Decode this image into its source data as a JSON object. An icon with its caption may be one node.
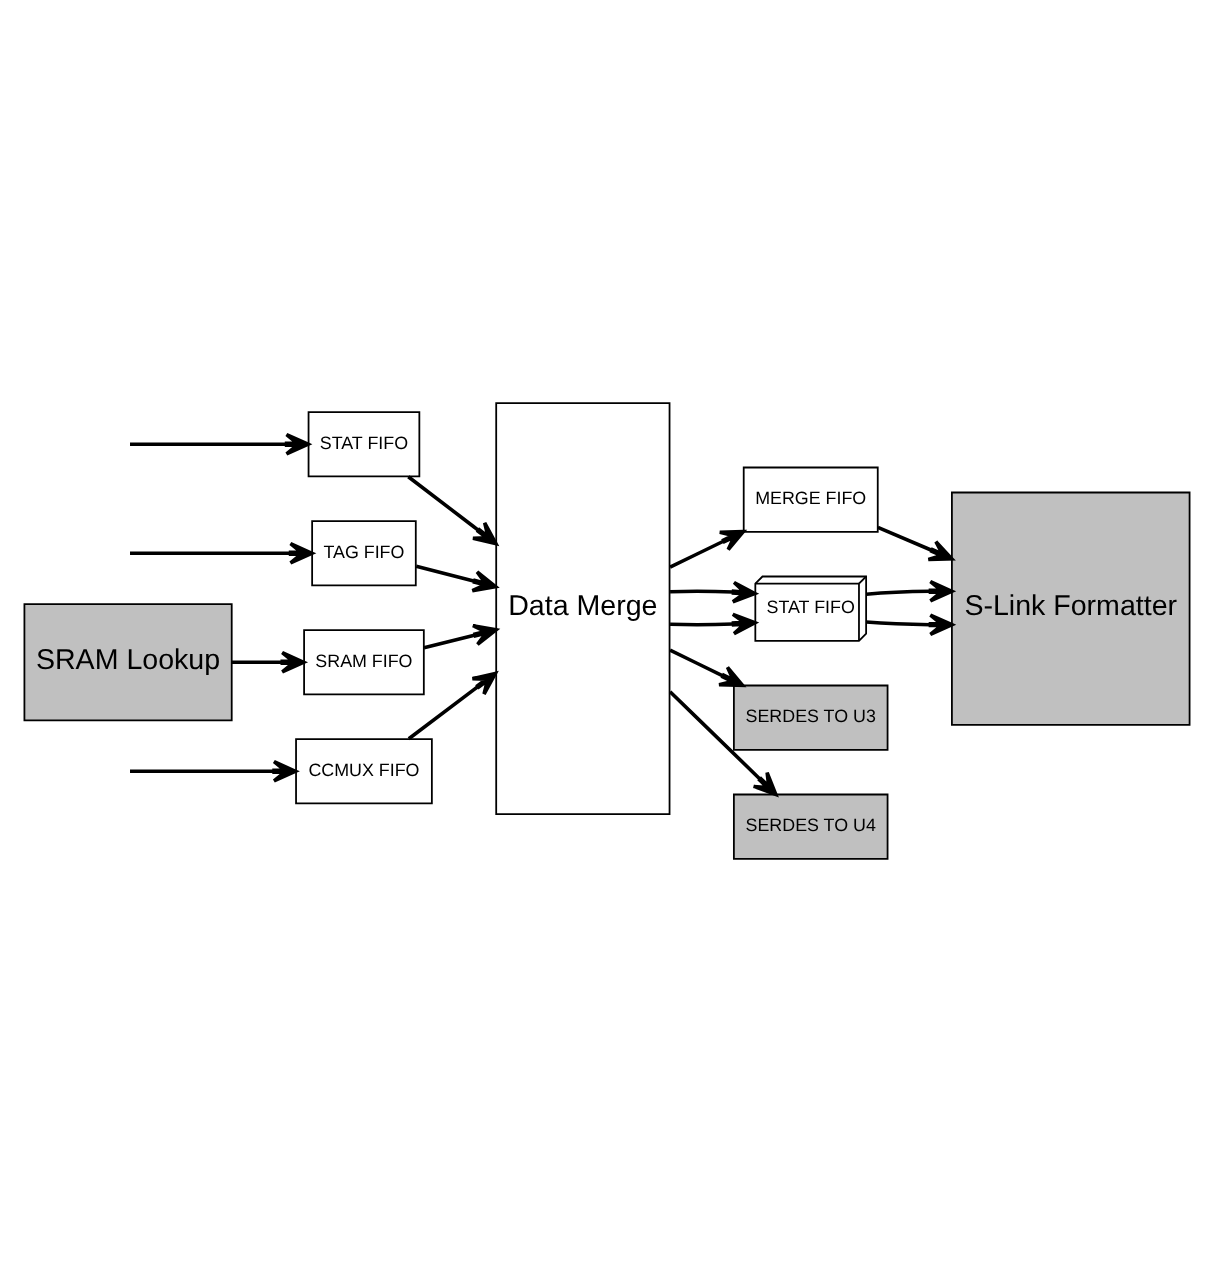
{
  "diagram": {
    "nodes": [
      {
        "text": [
          "CCMUX FIFO"
        ]
      },
      {
        "text": [
          "STAT FIFO"
        ]
      },
      {
        "text": [
          "TAG FIFO"
        ]
      },
      {
        "text": [
          "Data Merge"
        ]
      },
      {
        "text": [
          "MERGE FIFO"
        ]
      },
      {
        "text": [
          "STAT FIFO"
        ]
      },
      {
        "text": [
          "S-Link Formatter"
        ]
      },
      {
        "text": [
          "SERDES TO U3"
        ]
      },
      {
        "text": [
          "SERDES TO U4"
        ]
      },
      {
        "text": [
          "SRAM FIFO"
        ]
      },
      {
        "text": [
          "SRAM Lookup"
        ]
      }
    ],
    "edges": [
      {
        "from": null,
        "to": 0,
        "arrow": "to"
      },
      {
        "from": null,
        "to": 1,
        "arrow": "to"
      },
      {
        "from": null,
        "to": 2,
        "arrow": "to"
      },
      {
        "from": 0,
        "to": 3,
        "arrow": "to"
      },
      {
        "from": 1,
        "to": 3,
        "arrow": "to"
      },
      {
        "from": 2,
        "to": 3,
        "arrow": "to"
      },
      {
        "from": 3,
        "to": 4,
        "arrow": "to"
      },
      {
        "from": 4,
        "to": 6,
        "arrow": "to"
      },
      {
        "from": 3,
        "to": 5,
        "arrow": "to"
      },
      {
        "from": 3,
        "to": 5,
        "arrow": "to"
      },
      {
        "from": 5,
        "to": 6,
        "arrow": "to"
      },
      {
        "from": 5,
        "to": 6,
        "arrow": "to"
      },
      {
        "from": 3,
        "to": 7,
        "arrow": "to"
      },
      {
        "from": 3,
        "to": 8,
        "arrow": "to"
      },
      {
        "from": 10,
        "to": 9,
        "arrow": "to"
      },
      {
        "from": 9,
        "to": 3,
        "arrow": "to"
      }
    ]
  }
}
